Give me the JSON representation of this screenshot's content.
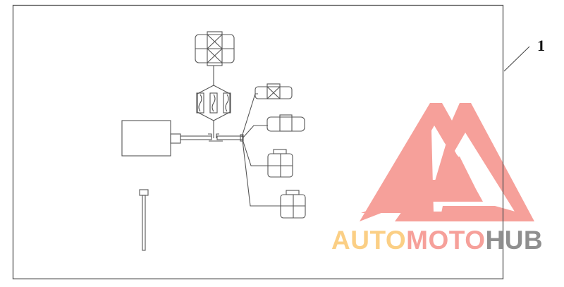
{
  "diagram": {
    "callout_label": "1",
    "frame_color": "#555555",
    "line_color": "#444444",
    "components": [
      {
        "name": "control-unit",
        "shape": "rectangle"
      },
      {
        "name": "top-connector",
        "shape": "rounded-box-with-x"
      },
      {
        "name": "fuse-block",
        "shape": "three-fuse-hexagon"
      },
      {
        "name": "branch-connector-1",
        "shape": "rounded-box-with-x"
      },
      {
        "name": "branch-connector-2",
        "shape": "rounded-box-split"
      },
      {
        "name": "branch-connector-3",
        "shape": "square-box-quadrant"
      },
      {
        "name": "branch-connector-4",
        "shape": "square-box-quadrant"
      },
      {
        "name": "cable-tie",
        "shape": "pin"
      }
    ]
  },
  "watermark": {
    "part1": "AUTO",
    "part2": "MOTO",
    "part3": "HUB",
    "colors": {
      "auto": "#fbcf85",
      "moto": "#f6a09a",
      "hub": "#8f8f8f",
      "logo": "#f6a09a"
    }
  }
}
